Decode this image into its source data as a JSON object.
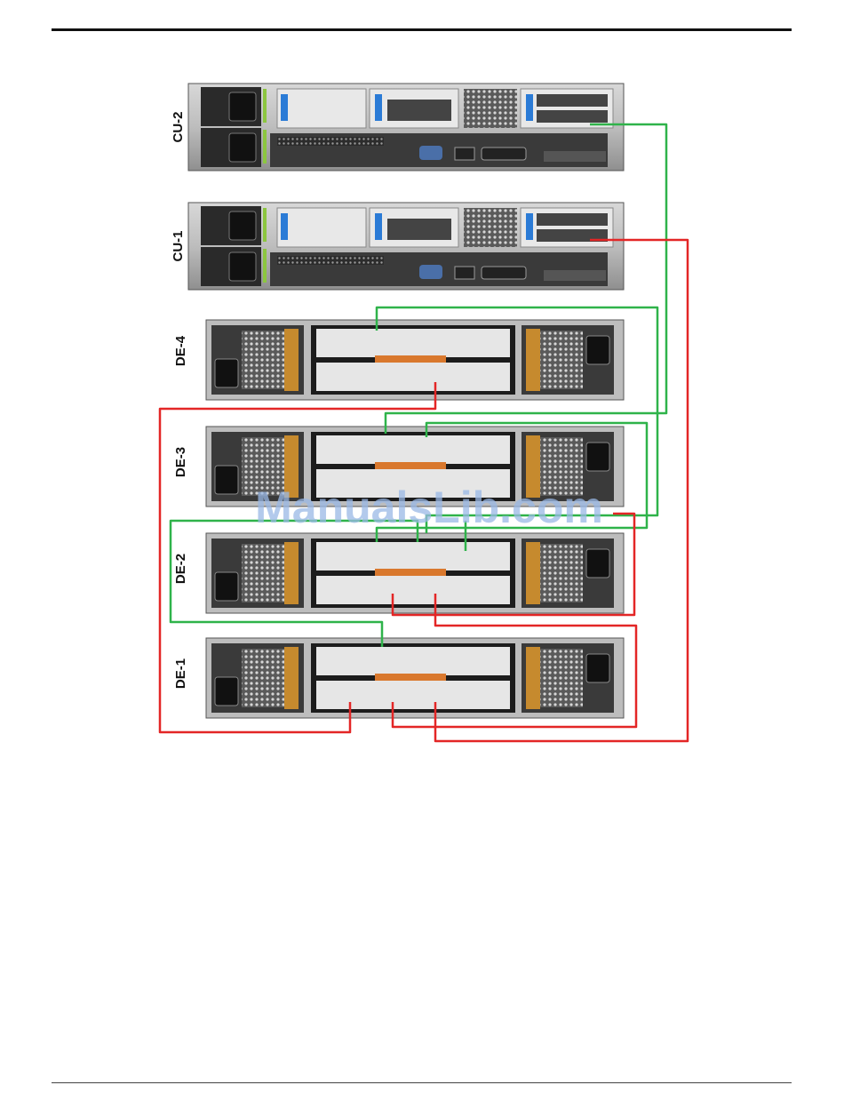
{
  "units": [
    {
      "id": "cu2",
      "label": "CU-2",
      "type": "controller"
    },
    {
      "id": "cu1",
      "label": "CU-1",
      "type": "controller"
    },
    {
      "id": "de4",
      "label": "DE-4",
      "type": "disk-enclosure"
    },
    {
      "id": "de3",
      "label": "DE-3",
      "type": "disk-enclosure"
    },
    {
      "id": "de2",
      "label": "DE-2",
      "type": "disk-enclosure"
    },
    {
      "id": "de1",
      "label": "DE-1",
      "type": "disk-enclosure"
    }
  ],
  "cables": [
    {
      "id": "cu2-de3",
      "color": "green",
      "from": "CU-2",
      "to": "DE-3"
    },
    {
      "id": "cu1-de1",
      "color": "red",
      "from": "CU-1",
      "to": "DE-1"
    },
    {
      "id": "de4-de3",
      "color": "green",
      "from": "DE-4",
      "to": "DE-3"
    },
    {
      "id": "de4-de1",
      "color": "red",
      "from": "DE-4",
      "to": "DE-1"
    },
    {
      "id": "de3-de2",
      "color": "green",
      "from": "DE-3",
      "to": "DE-2"
    },
    {
      "id": "de3-de2-b",
      "color": "red",
      "from": "DE-3",
      "to": "DE-2"
    },
    {
      "id": "de2-de1",
      "color": "green",
      "from": "DE-2",
      "to": "DE-1"
    },
    {
      "id": "de2-de1-b",
      "color": "red",
      "from": "DE-2",
      "to": "DE-1"
    }
  ],
  "colors": {
    "green": "#2fb34a",
    "red": "#e32626"
  },
  "watermark": "ManualsLib.com"
}
